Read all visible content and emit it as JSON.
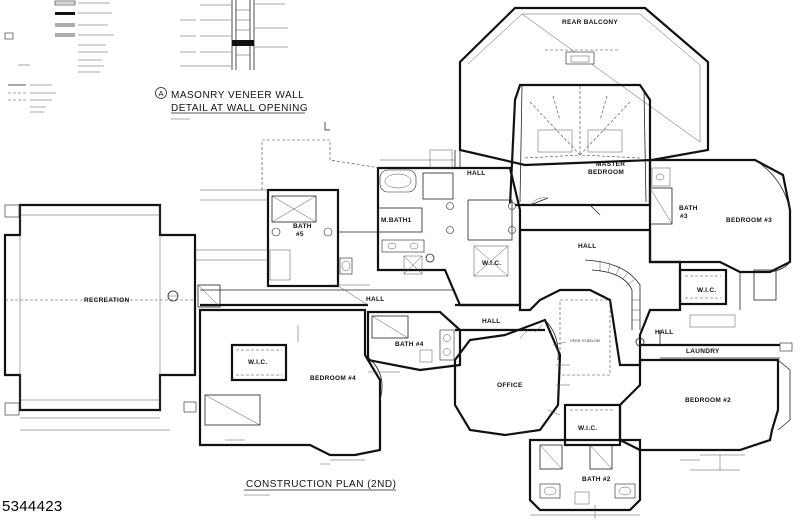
{
  "detail": {
    "marker": "A",
    "title_line1": "MASONRY VENEER WALL",
    "title_line2": "DETAIL AT WALL OPENING"
  },
  "plan": {
    "title": "CONSTRUCTION PLAN (2ND)"
  },
  "rooms": {
    "rear_balcony": "REAR BALCONY",
    "master_bedroom_1": "MASTER",
    "master_bedroom_2": "BEDROOM",
    "mbath1": "M.BATH1",
    "hall_top": "HALL",
    "hall_mid_right": "HALL",
    "hall_left": "HALL",
    "hall_center": "HALL",
    "hall_right": "HALL",
    "bath5": "BATH",
    "bath5_num": "#5",
    "bath3": "BATH",
    "bath3_num": "#3",
    "bath4": "BATH #4",
    "bath2": "BATH #2",
    "bedroom3": "BEDROOM #3",
    "bedroom4": "BEDROOM #4",
    "bedroom2": "BEDROOM #2",
    "wic_master": "W.I.C.",
    "wic_bed3": "W.I.C.",
    "wic_bed4": "W.I.C.",
    "wic_bed2": "W.I.C.",
    "recreation": "RECREATION",
    "office": "OFFICE",
    "laundry": "LAUNDRY",
    "open_to_below": "OPEN TO BELOW"
  },
  "listing_id": "5344423"
}
